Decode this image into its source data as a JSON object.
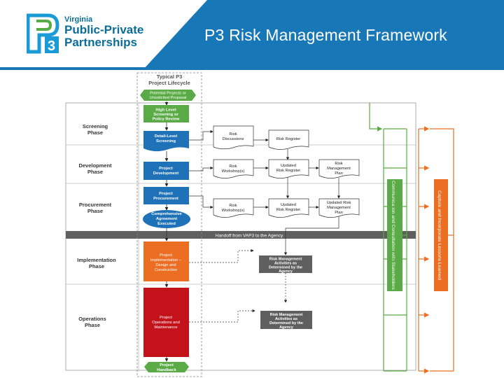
{
  "header": {
    "title": "P3 Risk Management Framework",
    "logo": {
      "line1": "Virginia",
      "line2": "Public-Private",
      "line3": "Partnerships",
      "mark_color": "#1a9bd7",
      "text_color": "#0b6d99"
    },
    "banner_color": "#1877b7"
  },
  "lifecycle": {
    "title_line1": "Typical P3",
    "title_line2": "Project Lifecycle",
    "start_line1": "Potential Projects or",
    "start_line2": "Unsolicited Proposal",
    "end_line1": "Project",
    "end_line2": "Handback"
  },
  "phases": [
    {
      "label_line1": "Screening",
      "label_line2": "Phase"
    },
    {
      "label_line1": "Development",
      "label_line2": "Phase"
    },
    {
      "label_line1": "Procurement",
      "label_line2": "Phase"
    },
    {
      "label_line1": "Implementation",
      "label_line2": "Phase"
    },
    {
      "label_line1": "Operations",
      "label_line2": "Phase"
    }
  ],
  "process": {
    "high_level": [
      "High Level",
      "Screening or",
      "Policy Review"
    ],
    "detail_level": [
      "Detail-Level",
      "Screening"
    ],
    "development": [
      "Project",
      "Development"
    ],
    "procurement": [
      "Project",
      "Procurement"
    ],
    "agreement": [
      "Comprehensive",
      "Agreement",
      "Executed"
    ],
    "implementation": [
      "Project",
      "Implementation –",
      "Design and",
      "Construction"
    ],
    "operations": [
      "Project",
      "Operations and",
      "Maintenance"
    ]
  },
  "risk_items": {
    "screen_disc": [
      "Risk",
      "Discussions"
    ],
    "screen_reg": [
      "Risk Register"
    ],
    "dev_ws": [
      "Risk",
      "Workshop(s)"
    ],
    "dev_reg": [
      "Updated",
      "Risk Register"
    ],
    "dev_plan": [
      "Risk",
      "Management",
      "Plan"
    ],
    "proc_ws": [
      "Risk",
      "Workshop(s)"
    ],
    "proc_reg": [
      "Updated",
      "Risk Register"
    ],
    "proc_plan": [
      "Updated Risk",
      "Management",
      "Plan"
    ],
    "impl_act": [
      "Risk Management",
      "Activities as",
      "Determined by the",
      "Agency"
    ],
    "ops_act": [
      "Risk Management",
      "Activities as",
      "Determined by the",
      "Agency"
    ]
  },
  "handoff": "Handoff from VAP3 to the Agency",
  "side_bars": {
    "communication": "Communication and Consultation with Stakeholders",
    "lessons": "Capture and Incorporate Lessons Learned"
  },
  "colors": {
    "green": "#5aab46",
    "blue": "#1f72b8",
    "orange": "#ec6e22",
    "red": "#c4121a",
    "gray": "#5f5f5f"
  }
}
